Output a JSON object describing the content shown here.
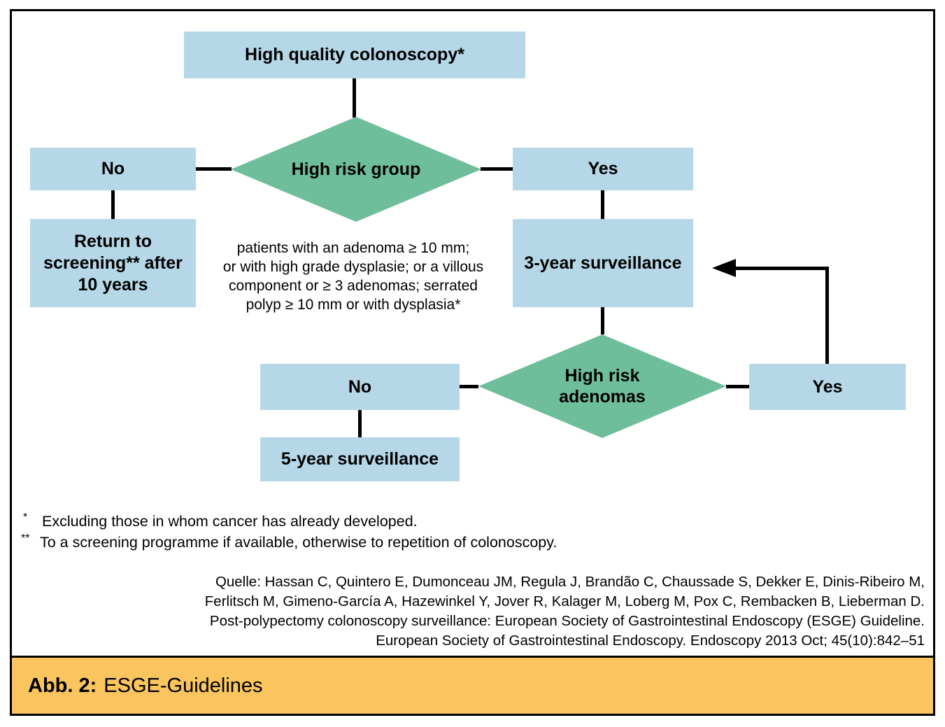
{
  "figure": {
    "colors": {
      "box_blue": "#B5D7E8",
      "diamond_green": "#6FBE9B",
      "caption_orange": "#FAC45E",
      "line_black": "#000000"
    }
  },
  "flowchart": {
    "top_box": "High quality colonoscopy*",
    "diamond1": "High risk group",
    "no1": "No",
    "yes1": "Yes",
    "return_lines": [
      "Return to",
      "screening** after",
      "10 years"
    ],
    "criteria_lines": [
      "patients with an adenoma ≥ 10 mm;",
      "or with high grade dysplasie; or a villous",
      "component or ≥ 3 adenomas; serrated",
      "polyp ≥ 10 mm or with dysplasia*"
    ],
    "surveillance3": "3-year surveillance",
    "diamond2_lines": [
      "High risk",
      "adenomas"
    ],
    "no2": "No",
    "yes2": "Yes",
    "surveillance5": "5-year surveillance"
  },
  "footnotes": [
    {
      "marker": "*",
      "text": "Excluding those in whom cancer has already developed."
    },
    {
      "marker": "**",
      "text": "To a screening programme if available, otherwise to repetition of colonoscopy."
    }
  ],
  "citation": {
    "lines": [
      "Quelle: Hassan C, Quintero E, Dumonceau JM, Regula J, Brandão C, Chaussade S, Dekker E, Dinis-Ribeiro M,",
      "Ferlitsch M, Gimeno-García A, Hazewinkel Y, Jover R, Kalager M, Loberg M, Pox C, Rembacken B, Lieberman D.",
      "Post-polypectomy colonoscopy surveillance: European Society of Gastrointestinal Endoscopy (ESGE) Guideline.",
      "European Society of Gastrointestinal Endoscopy. Endoscopy 2013 Oct; 45(10):842–51"
    ]
  },
  "caption": {
    "label": "Abb. 2:",
    "text": "ESGE-Guidelines"
  }
}
